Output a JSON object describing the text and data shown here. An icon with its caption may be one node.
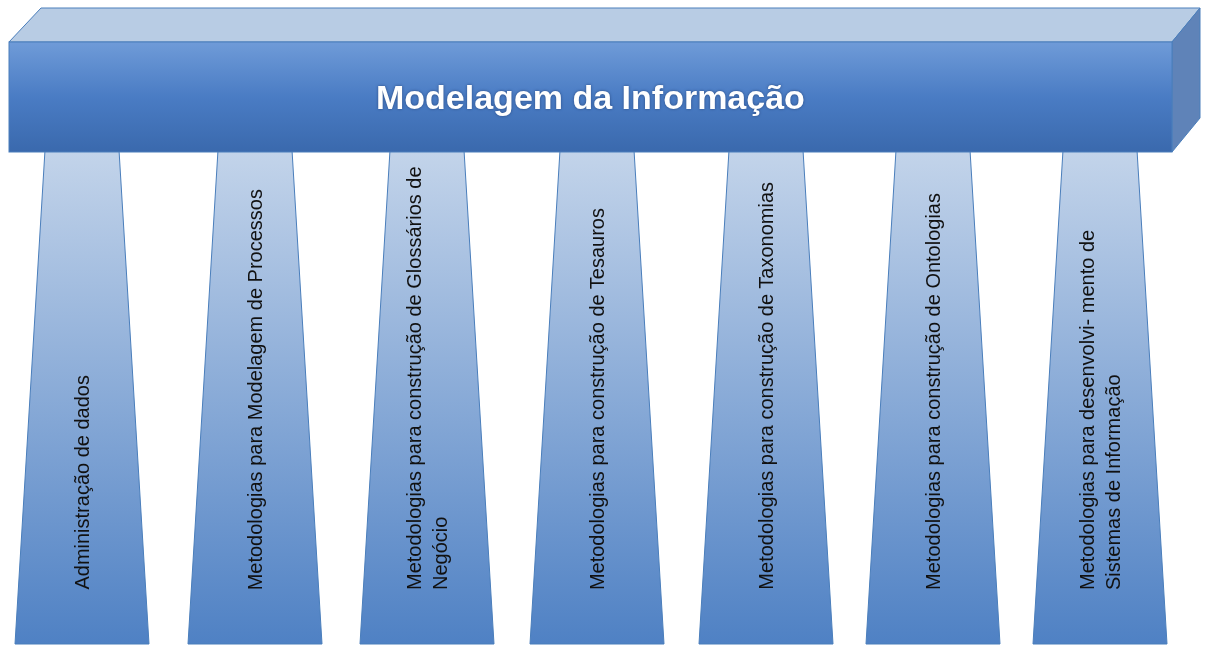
{
  "diagram": {
    "nodes": [
      {
        "text": [
          "Modelagem da Informação"
        ]
      },
      {
        "text": [
          "Administração de dados"
        ]
      },
      {
        "text": [
          "Metodologias para Modelagem de Processos"
        ]
      },
      {
        "text": [
          "Metodologias para construção de Glossários de Negócio"
        ]
      },
      {
        "text": [
          "Metodologias para construção de Tesauros"
        ]
      },
      {
        "text": [
          "Metodologias para construção de Taxonomias"
        ]
      },
      {
        "text": [
          "Metodologias para construção de Ontologias"
        ]
      },
      {
        "text": [
          "Metodologias para desenvolvi- mento de Sistemas de Informação"
        ]
      }
    ]
  }
}
